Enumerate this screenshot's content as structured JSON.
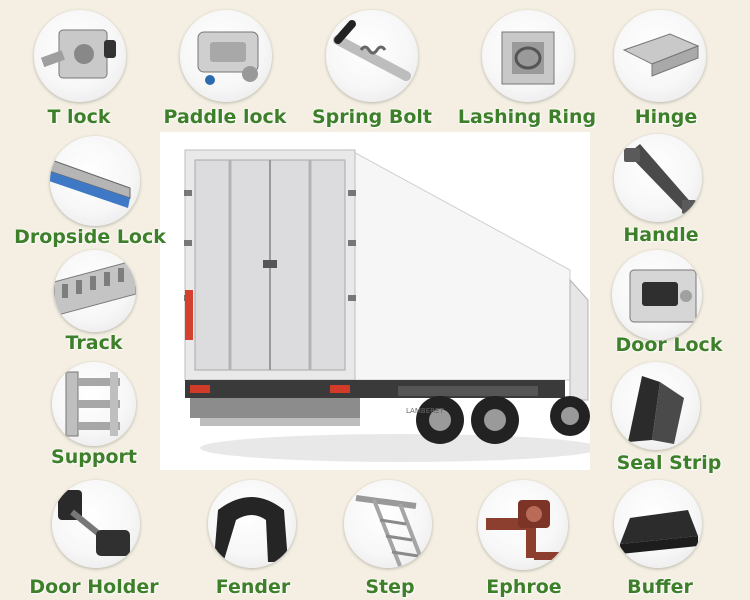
{
  "products": {
    "t_lock": "T lock",
    "paddle_lock": "Paddle lock",
    "spring_bolt": "Spring Bolt",
    "lashing_ring": "Lashing Ring",
    "hinge": "Hinge",
    "dropside_lock": "Dropside Lock",
    "handle": "Handle",
    "track": "Track",
    "door_lock": "Door Lock",
    "support": "Support",
    "seal_strip": "Seal Strip",
    "door_holder": "Door Holder",
    "fender": "Fender",
    "step": "Step",
    "ephroe": "Ephroe",
    "buffer": "Buffer"
  },
  "truck": {
    "body_brand": "LAMBERET"
  },
  "colors": {
    "label_green": "#3e7f2a",
    "tile_background": "#f4efe2",
    "truck_body": "#ffffff"
  }
}
